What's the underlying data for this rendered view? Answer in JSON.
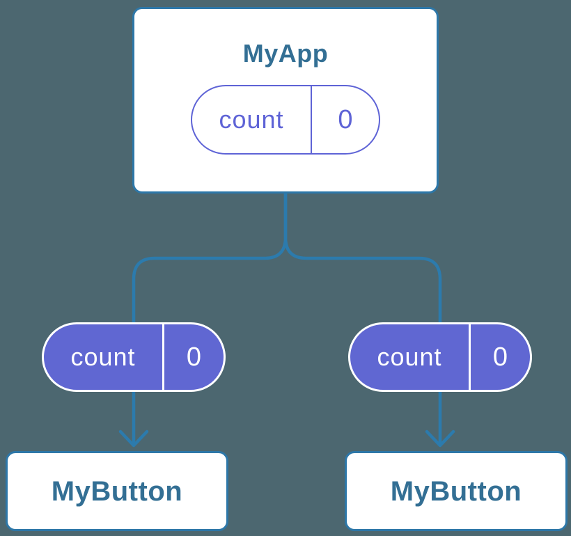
{
  "palette": {
    "canvas_bg": "#4C6770",
    "line_blue": "#2C7BAD",
    "node_border": "#2D77A8",
    "node_bg": "#FFFFFF",
    "title_text": "#336F94",
    "pill_fill": "#6067D2",
    "pill_stroke": "#5E63D6",
    "pill_text_on_fill": "#FFFFFF"
  },
  "diagram": {
    "root": {
      "title": "MyApp",
      "state": {
        "label": "count",
        "value": "0"
      }
    },
    "branches": [
      {
        "prop": {
          "label": "count",
          "value": "0"
        },
        "child": {
          "title": "MyButton"
        }
      },
      {
        "prop": {
          "label": "count",
          "value": "0"
        },
        "child": {
          "title": "MyButton"
        }
      }
    ]
  }
}
